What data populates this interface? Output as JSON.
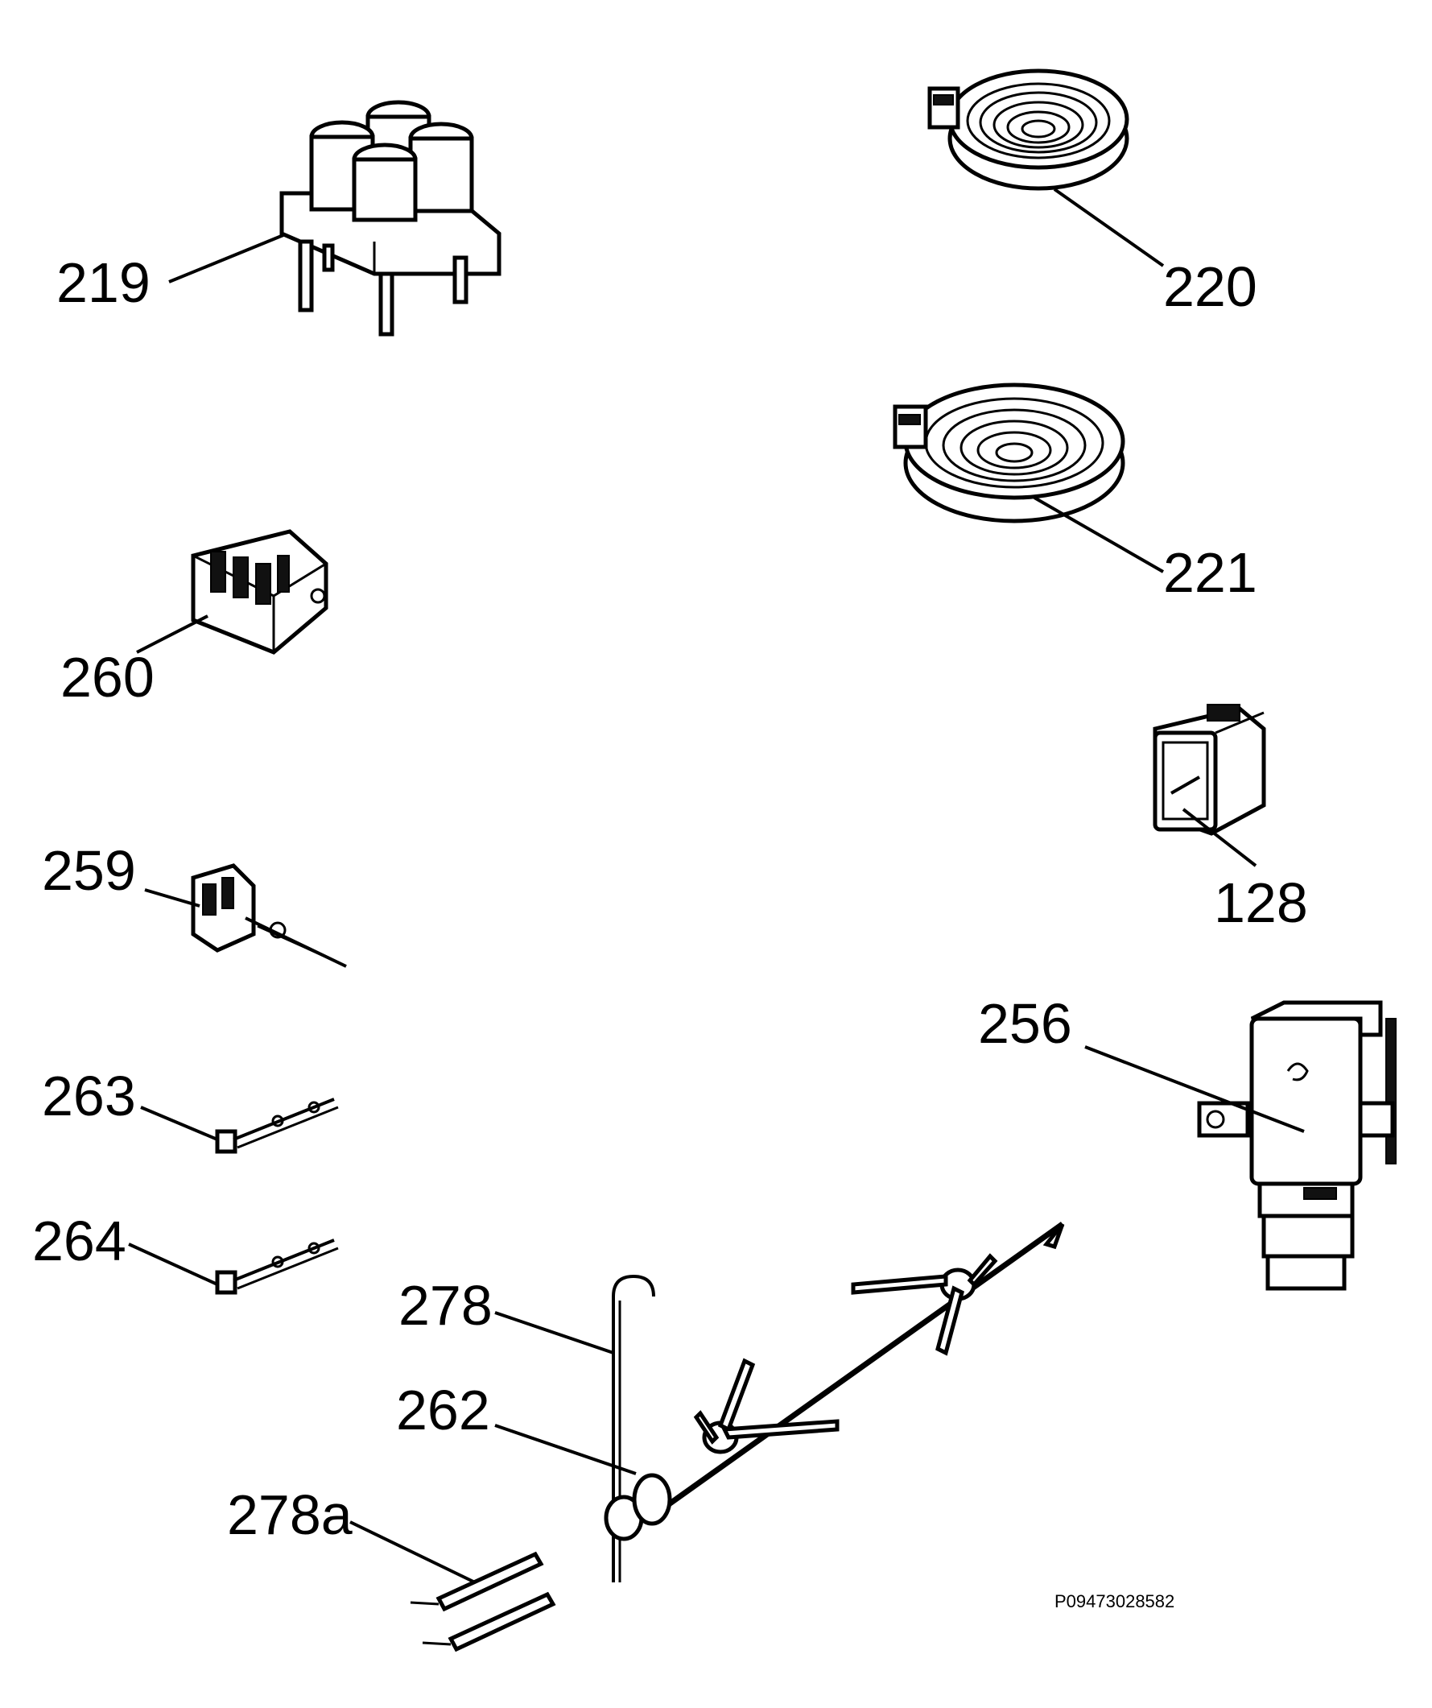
{
  "callouts": {
    "c219": "219",
    "c220": "220",
    "c221": "221",
    "c260": "260",
    "c128": "128",
    "c259": "259",
    "c256": "256",
    "c263": "263",
    "c264": "264",
    "c278": "278",
    "c262": "262",
    "c278a": "278a"
  },
  "drawing_code": "P09473028582"
}
